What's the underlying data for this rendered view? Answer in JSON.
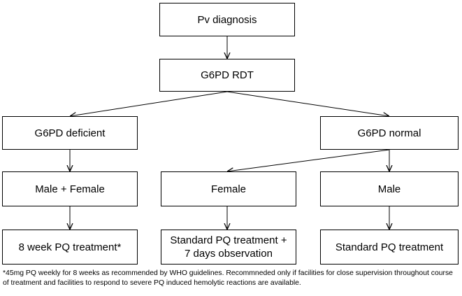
{
  "diagram": {
    "nodes": {
      "pv_diagnosis": {
        "label": "Pv diagnosis"
      },
      "g6pd_rdt": {
        "label": "G6PD RDT"
      },
      "g6pd_deficient": {
        "label": "G6PD deficient"
      },
      "g6pd_normal": {
        "label": "G6PD normal"
      },
      "male_female": {
        "label": "Male + Female"
      },
      "female": {
        "label": "Female"
      },
      "male": {
        "label": "Male"
      },
      "pq_8week": {
        "label": "8 week PQ treatment*"
      },
      "standard_pq_obs": {
        "line1": "Standard PQ treatment +",
        "line2": "7 days observation"
      },
      "standard_pq": {
        "label": "Standard PQ treatment"
      }
    },
    "edges": [
      {
        "from": "pv_diagnosis",
        "to": "g6pd_rdt"
      },
      {
        "from": "g6pd_rdt",
        "to": "g6pd_deficient"
      },
      {
        "from": "g6pd_rdt",
        "to": "g6pd_normal"
      },
      {
        "from": "g6pd_deficient",
        "to": "male_female"
      },
      {
        "from": "g6pd_normal",
        "to": "female"
      },
      {
        "from": "g6pd_normal",
        "to": "male"
      },
      {
        "from": "male_female",
        "to": "pq_8week"
      },
      {
        "from": "female",
        "to": "standard_pq_obs"
      },
      {
        "from": "male",
        "to": "standard_pq"
      }
    ],
    "footnote": "*45mg PQ weekly for 8 weeks as recommended  by WHO guidelines. Recommneded only if facilities for close supervision throughout course of treatment and facilities to respond to severe PQ induced hemolytic reactions are available."
  }
}
